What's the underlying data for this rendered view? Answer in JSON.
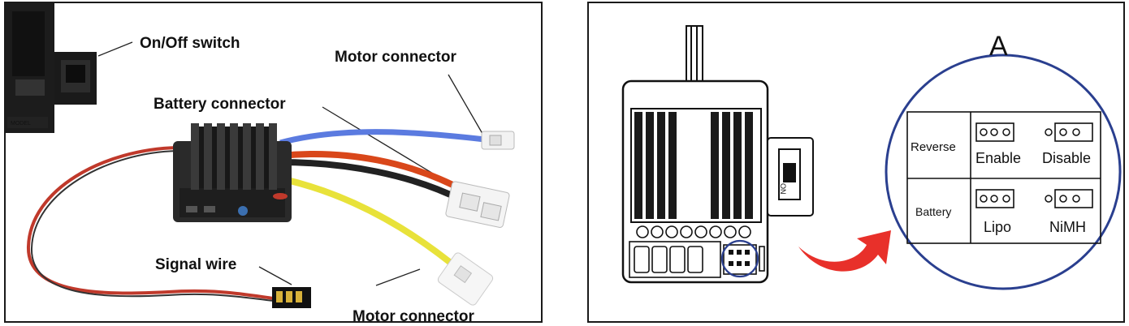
{
  "left": {
    "labels": {
      "on_off_switch": "On/Off switch",
      "motor_connector_top": "Motor connector",
      "battery_connector": "Battery connector",
      "signal_wire": "Signal wire",
      "motor_connector_bottom": "Motor connector"
    },
    "colors": {
      "blue_wire": "#5b7be0",
      "red_wire": "#d9471a",
      "black_wire": "#222222",
      "yellow_wire": "#e8e23a",
      "signal_red": "#c0392b",
      "esc_body": "#2a2a2a"
    }
  },
  "right": {
    "title_letter": "A",
    "switch_label": "ON",
    "table": {
      "rows": [
        {
          "label": "Reverse",
          "options": [
            "Enable",
            "Disable"
          ]
        },
        {
          "label": "Battery",
          "options": [
            "Lipo",
            "NiMH"
          ]
        }
      ]
    },
    "colors": {
      "circle": "#2a3f8f",
      "arrow": "#e8302a"
    }
  }
}
